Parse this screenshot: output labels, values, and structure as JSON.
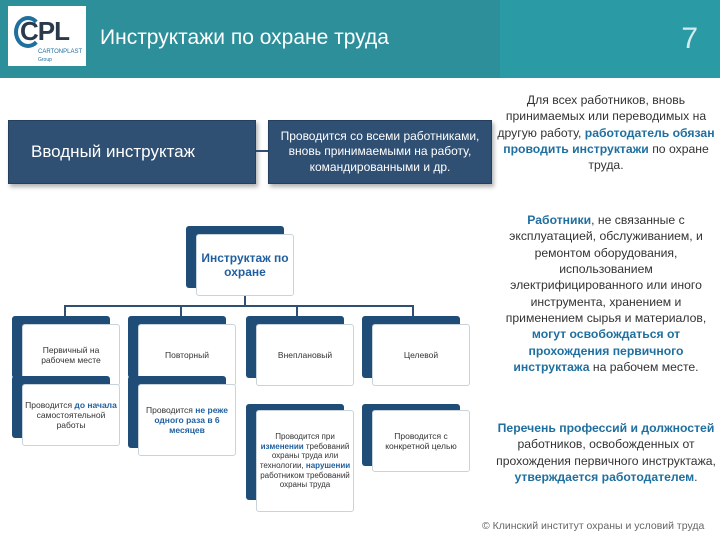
{
  "header": {
    "title": "Инструктажи по охране труда",
    "page_number": "7",
    "logo_text": "CPL",
    "logo_sub": "CARTONPLAST",
    "logo_sub2": "Group"
  },
  "intro": {
    "label": "Вводный инструктаж",
    "description": "Проводится со всеми работниками,  вновь принимаемыми на работу, командированными и др."
  },
  "chart": {
    "root": "Инструктаж по охране",
    "types": [
      {
        "label": "Первичный на рабочем месте",
        "desc_pre": "Проводится ",
        "desc_hl": "до начала",
        "desc_post": " самостоятельной работы"
      },
      {
        "label": "Повторный",
        "desc_pre": "Проводится ",
        "desc_hl": "не реже одного раза в 6 месяцев",
        "desc_post": ""
      },
      {
        "label": "Внеплановый",
        "desc_pre": "Проводится при ",
        "desc_hl": "изменении",
        "desc_mid": " требований охраны труда или технологии, ",
        "desc_hl2": "нарушении",
        "desc_post": " работником требований охраны труда"
      },
      {
        "label": "Целевой",
        "desc_pre": "Проводится с конкретной целью",
        "desc_hl": "",
        "desc_post": ""
      }
    ]
  },
  "right": {
    "p1_pre": "Для всех работников, вновь принимаемых или переводимых на другую работу, ",
    "p1_bold": "работодатель обязан проводить инструктажи",
    "p1_post": " по охране труда.",
    "p2_bold1": "Работники",
    "p2_mid": ", не связанные с эксплуатацией, обслуживанием, и ремонтом оборудования, использованием электрифицированного или иного инструмента, хранением и применением сырья и материалов, ",
    "p2_bold2": "могут освобождаться от прохождения первичного инструктажа",
    "p2_post": " на рабочем месте.",
    "p3_bold1": "Перечень профессий и должностей",
    "p3_mid": " работников, освобожденных от прохождения первичного инструктажа, ",
    "p3_bold2": "утверждается работодателем",
    "p3_post": "."
  },
  "footer": {
    "text": "© Клинский институт охраны и условий труда"
  }
}
